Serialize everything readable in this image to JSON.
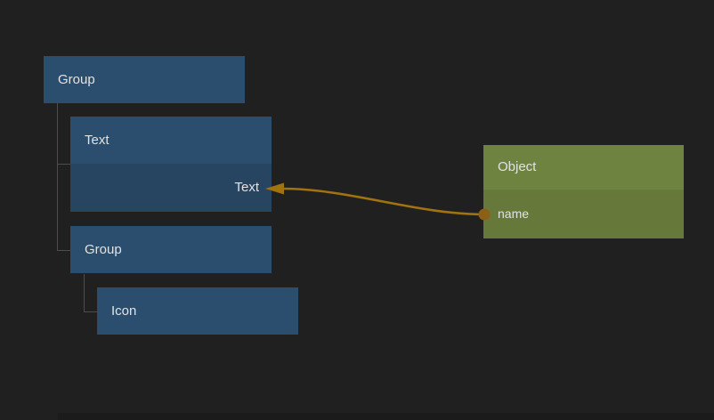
{
  "canvas": {
    "background": "#202020"
  },
  "tree_panel": {
    "root": {
      "label": "Group"
    },
    "text_node": {
      "label": "Text",
      "input_slot": "Text"
    },
    "child_group": {
      "label": "Group"
    },
    "icon_node": {
      "label": "Icon"
    }
  },
  "object_node": {
    "title": "Object",
    "output_port": "name"
  },
  "connection": {
    "from": "name",
    "to": "Text"
  },
  "colors": {
    "background": "#202020",
    "tree_node_header": "#2b4e6e",
    "tree_node_slot": "#274560",
    "object_header": "#6f8340",
    "object_row": "#66793a",
    "wire": "#a1730f",
    "port": "#8d6018",
    "connector_line": "#4d4d4d",
    "label_text": "#e2e2e2",
    "scrollbar": "#1b1b1b"
  }
}
